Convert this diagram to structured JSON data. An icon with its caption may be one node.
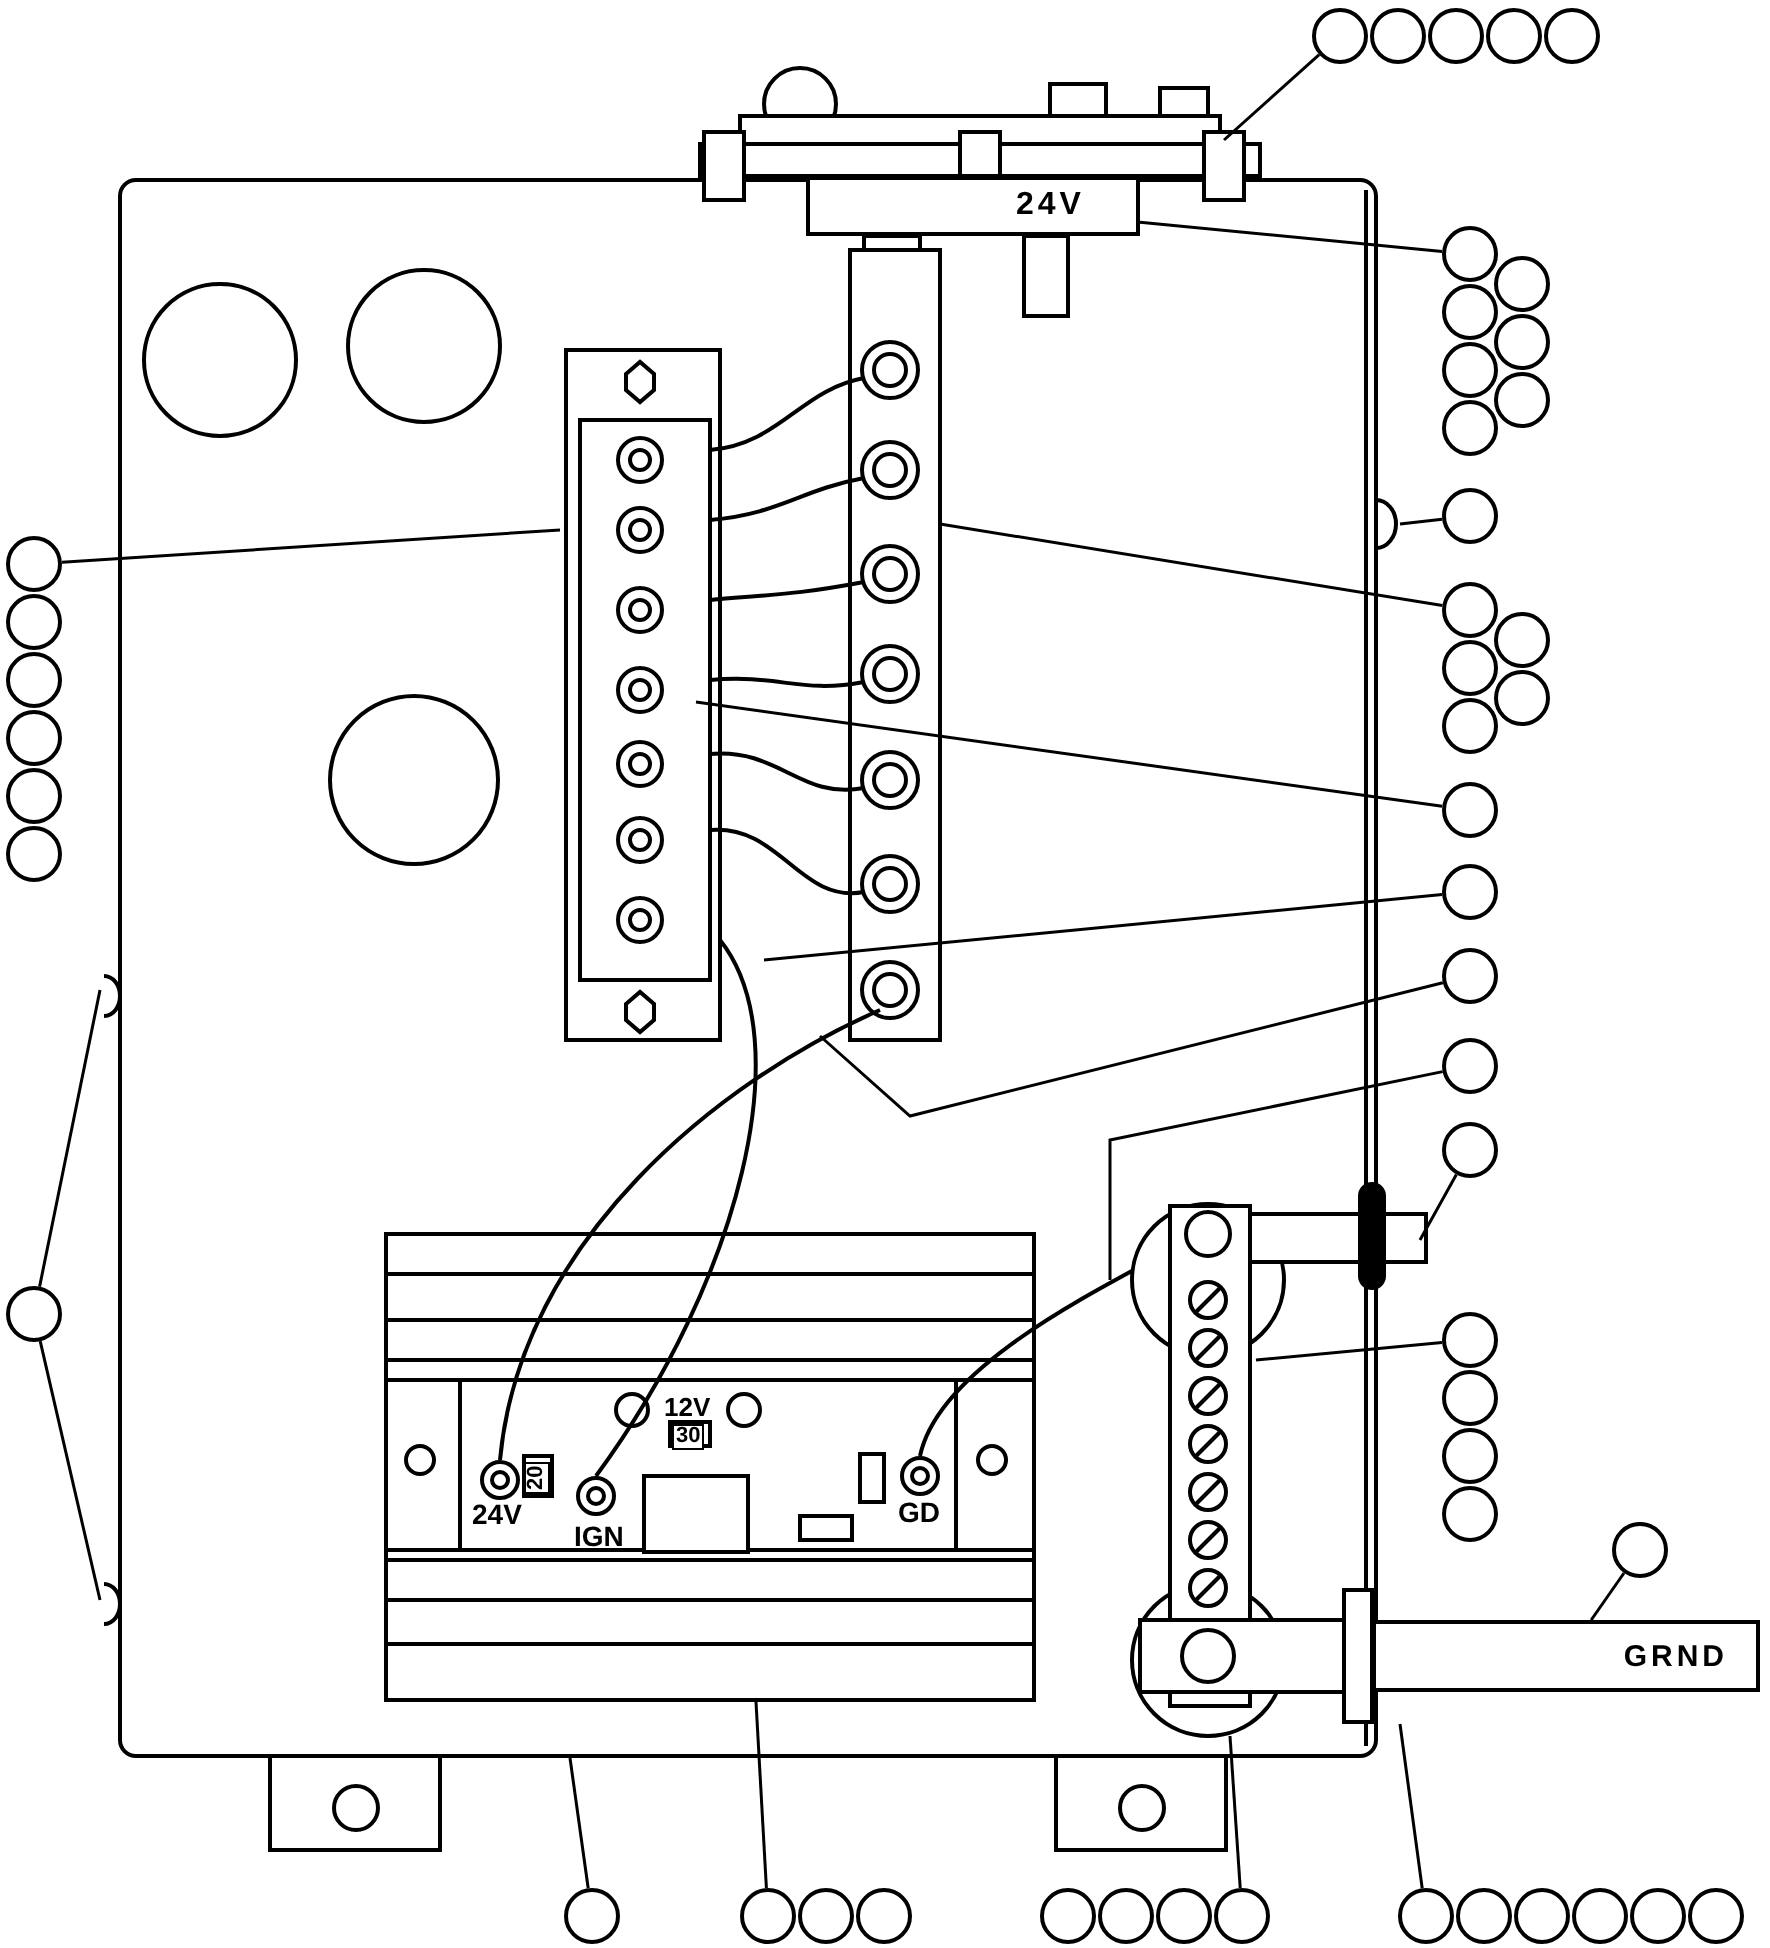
{
  "diagram": {
    "nodes": [
      {
        "text": [],
        "shape": "circle"
      },
      {
        "text": [],
        "shape": "circle"
      },
      {
        "text": [],
        "shape": "circle"
      },
      {
        "text": [],
        "shape": "circle"
      },
      {
        "text": [],
        "shape": "circle"
      },
      {
        "text": [],
        "shape": "circle"
      },
      {
        "text": [],
        "shape": "circle"
      },
      {
        "text": [],
        "shape": "circle"
      },
      {
        "text": [],
        "shape": "circle"
      },
      {
        "text": [],
        "shape": "circle"
      },
      {
        "text": [],
        "shape": "circle"
      },
      {
        "text": [],
        "shape": "circle"
      },
      {
        "text": [],
        "shape": "circle"
      },
      {
        "text": [],
        "shape": "circle"
      },
      {
        "text": [],
        "shape": "circle"
      },
      {
        "text": [],
        "shape": "circle"
      },
      {
        "text": [],
        "shape": "circle"
      },
      {
        "text": [],
        "shape": "circle"
      },
      {
        "text": [],
        "shape": "circle"
      },
      {
        "text": [],
        "shape": "circle"
      },
      {
        "text": [],
        "shape": "circle"
      },
      {
        "text": [],
        "shape": "circle"
      },
      {
        "text": [],
        "shape": "circle"
      },
      {
        "text": [],
        "shape": "circle"
      },
      {
        "text": [],
        "shape": "circle"
      },
      {
        "text": [],
        "shape": "circle"
      },
      {
        "text": [],
        "shape": "circle"
      },
      {
        "text": [],
        "shape": "circle"
      },
      {
        "text": [],
        "shape": "circle"
      },
      {
        "text": [],
        "shape": "circle"
      },
      {
        "text": [],
        "shape": "circle"
      },
      {
        "text": [],
        "shape": "circle"
      },
      {
        "text": [],
        "shape": "circle"
      },
      {
        "text": [],
        "shape": "circle"
      },
      {
        "text": [],
        "shape": "circle"
      },
      {
        "text": [],
        "shape": "circle"
      },
      {
        "text": [],
        "shape": "circle"
      },
      {
        "text": [],
        "shape": "circle"
      },
      {
        "text": [],
        "shape": "circle"
      },
      {
        "text": [],
        "shape": "circle"
      },
      {
        "text": [],
        "shape": "circle"
      },
      {
        "text": [],
        "shape": "circle"
      },
      {
        "text": [],
        "shape": "circle"
      },
      {
        "text": [],
        "shape": "circle"
      },
      {
        "text": [],
        "shape": "circle"
      },
      {
        "text": [],
        "shape": "circle"
      },
      {
        "text": [],
        "shape": "circle"
      },
      {
        "text": [],
        "shape": "circle"
      },
      {
        "text": [],
        "shape": "circle"
      },
      {
        "text": [
          "24V"
        ]
      },
      {
        "text": [
          "GRND"
        ]
      }
    ],
    "edges": [
      {
        "from": 0,
        "to": null,
        "arrow": "none"
      },
      {
        "from": 5,
        "to": null,
        "arrow": "none"
      },
      {
        "from": 11,
        "to": null,
        "arrow": "none"
      },
      {
        "from": 11,
        "to": null,
        "arrow": "none"
      },
      {
        "from": 12,
        "to": 49,
        "arrow": "none"
      },
      {
        "from": 19,
        "to": null,
        "arrow": "none"
      },
      {
        "from": 20,
        "to": null,
        "arrow": "none"
      },
      {
        "from": 25,
        "to": null,
        "arrow": "none"
      },
      {
        "from": 26,
        "to": null,
        "arrow": "none"
      },
      {
        "from": 27,
        "to": null,
        "arrow": "none"
      },
      {
        "from": 28,
        "to": null,
        "arrow": "none"
      },
      {
        "from": 29,
        "to": null,
        "arrow": "none"
      },
      {
        "from": 30,
        "to": null,
        "arrow": "none"
      },
      {
        "from": 34,
        "to": 50,
        "arrow": "none"
      },
      {
        "from": 35,
        "to": null,
        "arrow": "none"
      },
      {
        "from": 36,
        "to": null,
        "arrow": "none"
      },
      {
        "from": 42,
        "to": null,
        "arrow": "none"
      },
      {
        "from": 43,
        "to": null,
        "arrow": "none"
      }
    ],
    "labels": [
      "12V",
      "30",
      "20",
      "24V",
      "IGN",
      "GD"
    ]
  }
}
